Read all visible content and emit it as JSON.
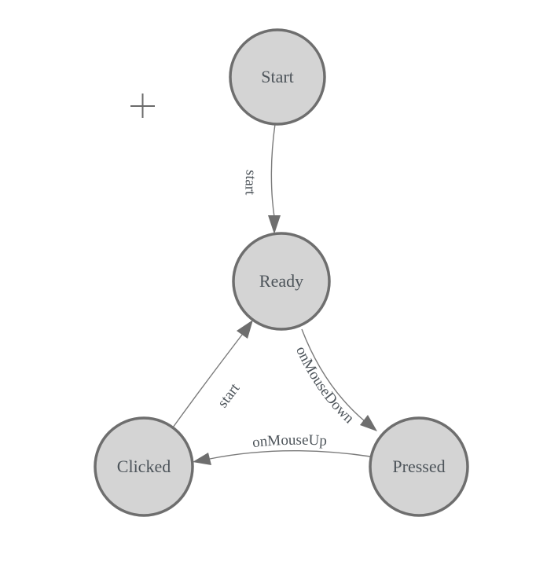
{
  "diagram": {
    "type": "state-machine",
    "nodes": [
      {
        "id": "start",
        "label": "Start"
      },
      {
        "id": "ready",
        "label": "Ready"
      },
      {
        "id": "clicked",
        "label": "Clicked"
      },
      {
        "id": "pressed",
        "label": "Pressed"
      }
    ],
    "edges": [
      {
        "id": "start-to-ready",
        "from": "Start",
        "to": "Ready",
        "label": "start"
      },
      {
        "id": "clicked-to-ready",
        "from": "Clicked",
        "to": "Ready",
        "label": "start"
      },
      {
        "id": "ready-to-pressed",
        "from": "Ready",
        "to": "Pressed",
        "label": "onMouseDown"
      },
      {
        "id": "pressed-to-clicked",
        "from": "Pressed",
        "to": "Clicked",
        "label": "onMouseUp"
      }
    ],
    "cursor": {
      "icon": "plus-crosshair"
    },
    "colors": {
      "background": "#ffffff",
      "node_fill": "#d4d4d4",
      "node_stroke": "#6e6e6e",
      "label_text": "#4d545a",
      "edge_stroke": "#7a7a7a",
      "arrow_fill": "#6e6e6e",
      "crosshair": "#6a6a6a"
    }
  }
}
